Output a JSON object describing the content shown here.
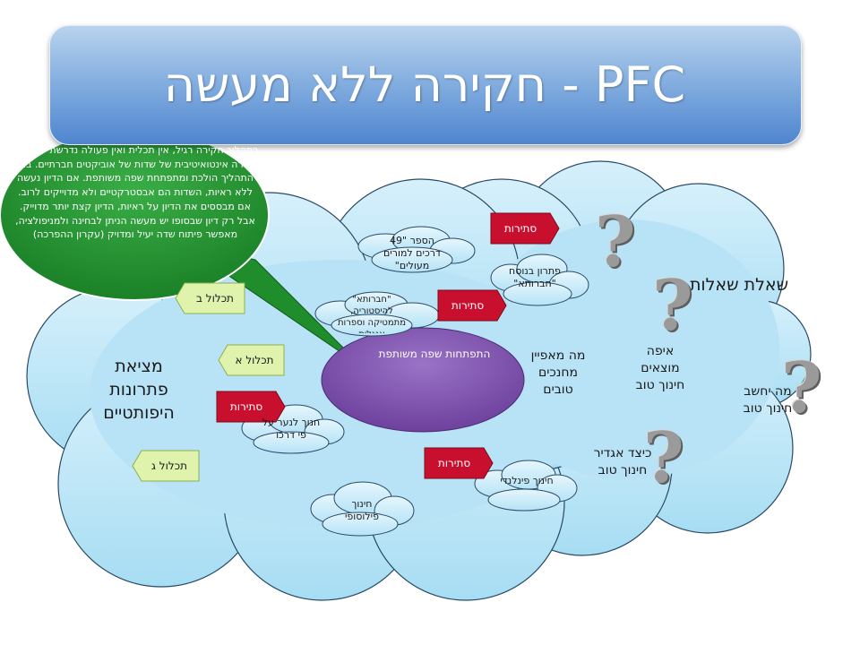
{
  "title": "PFC - חקירה ללא מעשה",
  "speech": {
    "text": "בתהליך חקירה רגיל, אין תכלית ואין פעולה נדרשת יש פשוט חקירה אינטואיטיבית של שדות של אוביקטים חברתיים. בתוך התהליך הולכת ומתפתחת שפה משותפת. אם הדיון נעשה ללא ראיות, השדות הם אבסטרקטיים ולא מדוייקים לרוב. אם מבססים את הדיון על ראיות, הדיון קצת יותר מדוייק. אבל רק דיון שבסופו יש מעשה הניתן לבחינה ולמניפולציה, מאפשר פיתוח שדה יעיל ומדויק (עקרון ההפרכה)"
  },
  "center_oval": {
    "label": "התפתחות שפה משותפת"
  },
  "labels": {
    "problem_question": "שאלת שאלות",
    "hypothetical_solutions": "מציאת פתרונות היפותטיים",
    "good_educators": "מה מאפיין מחנכים טובים",
    "where_find": "איפה מוצאים חינוך טוב",
    "what_considered": "מה יחשב חינוך טוב",
    "how_define": "כיצד אגדיר חינוך טוב"
  },
  "small_clouds": {
    "book49": "הספר \"49 דרכים למורים מעולים\"",
    "solution_havruta": "פתרון בנוסח \"חברותא\"",
    "havruta_history": "\"חברותא\" להיסטוריה, מתמטיקה וספרות אנגלית",
    "education_path": "חנוך לנער על פי דרכו",
    "finnish": "חינוך פינלנדי",
    "philosophical": "חינוך פילוסופי"
  },
  "tags": {
    "contradictions": "סתירות",
    "purpose_a": "תכלול א",
    "purpose_b": "תכלול ב",
    "purpose_c": "תכלול ג"
  },
  "colors": {
    "title_gradient": [
      "#b9d3ee",
      "#4f85cf"
    ],
    "cloud_fill": "#bde6f7",
    "cloud_stroke": "#2a4a66",
    "speech_green": "#1e8a2e",
    "oval_purple": "#7d4fae",
    "red_tag": "#c8102e",
    "green_tag": "#d9f0a3"
  },
  "icons": [
    "question-mark-icon"
  ]
}
